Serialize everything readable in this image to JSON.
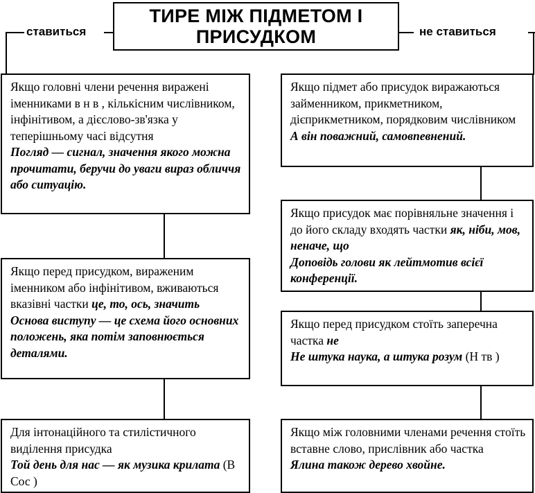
{
  "title": "ТИРЕ МІЖ ПІДМЕТОМ І ПРИСУДКОМ",
  "left_label": "ставиться",
  "right_label": "не ставиться",
  "left_boxes": [
    {
      "rule": "Якщо головні члени речення виражені іменниками в н в , кількісним числівником, інфінітивом, а дієслово-зв'язка у теперішньому часі відсутня",
      "particles": "",
      "example": "Погляд — сигнал, значення якого можна прочитати, беручи до уваги вираз обличчя або ситуацію.",
      "source": ""
    },
    {
      "rule": "Якщо перед присудком, вираженим іменником або інфінітивом, вживаються вказівні частки",
      "particles": "це, то, ось, значить",
      "example": "Основа виступу — це схема його основних положень, яка потім заповнюється деталями.",
      "source": ""
    },
    {
      "rule": "Для інтонаційного та стилістичного виділення присудка",
      "particles": "",
      "example": "Той день для нас — як музика крилата",
      "source": "(В Сос )"
    }
  ],
  "right_boxes": [
    {
      "rule": "Якщо підмет або присудок виражаються займенником, прикметником, дієприкметником, порядковим числівником",
      "particles": "",
      "example": "А він поважний, самовпевнений.",
      "source": ""
    },
    {
      "rule": "Якщо присудок має порівняльне значення і до його складу входять частки",
      "particles": "як, ніби, мов, неначе, що",
      "example": "Доповідь голови як лейтмотив всієї конференції.",
      "source": ""
    },
    {
      "rule": "Якщо перед присудком стоїть заперечна частка",
      "particles": "не",
      "example": "Не штука наука, а штука розум",
      "source": "(Н тв )"
    },
    {
      "rule": "Якщо між головними членами речення стоїть вставне слово, прислівник або частка",
      "particles": "",
      "example": "Ялина також дерево хвойне.",
      "source": ""
    }
  ]
}
